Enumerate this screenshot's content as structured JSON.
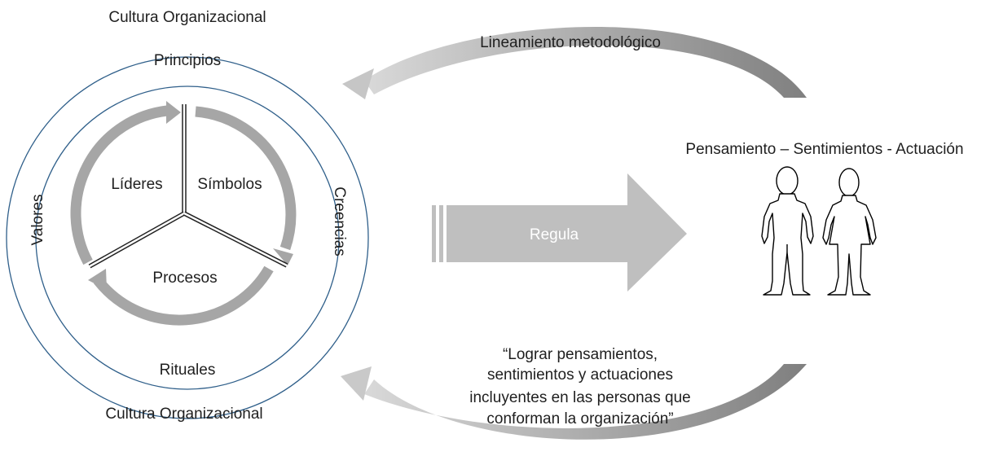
{
  "diagram": {
    "top_caption": "Cultura Organizacional",
    "bottom_caption": "Cultura Organizacional",
    "outer_ring": {
      "top": "Principios",
      "bottom": "Rituales",
      "left": "Valores",
      "right": "Creencias"
    },
    "sectors": {
      "left": "Líderes",
      "right": "Símbolos",
      "bottom": "Procesos"
    },
    "main_arrow": "Regula",
    "top_arc": "Lineamiento metodológico",
    "people_caption": "Pensamiento – Sentimientos - Actuación",
    "quote_lines": [
      "“Lograr pensamientos,",
      "sentimientos y actuaciones",
      "incluyentes en las personas que",
      "conforman la organización”"
    ],
    "colors": {
      "ring_stroke": "#2f5f8a",
      "cycle_arrow": "#a6a6a6",
      "main_arrow": "#bfbfbf",
      "arc_gradient_light": "#d9d9d9",
      "arc_gradient_dark": "#808080",
      "figure_stroke": "#000000"
    },
    "icons": [
      "person-figure-icon",
      "person-figure-icon"
    ]
  }
}
